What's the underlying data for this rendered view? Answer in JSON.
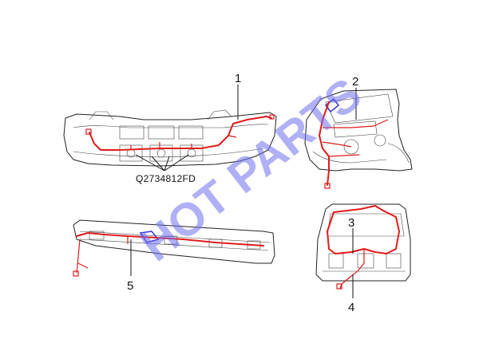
{
  "diagram": {
    "callouts": [
      "1",
      "2",
      "3",
      "4",
      "5"
    ],
    "part_code": "Q2734812FD",
    "watermark": "HOT PARTS"
  },
  "colors": {
    "wire": "#e11b1b",
    "outline": "#222222",
    "watermark": "#7070f0",
    "connector": "#3a3ad8"
  }
}
